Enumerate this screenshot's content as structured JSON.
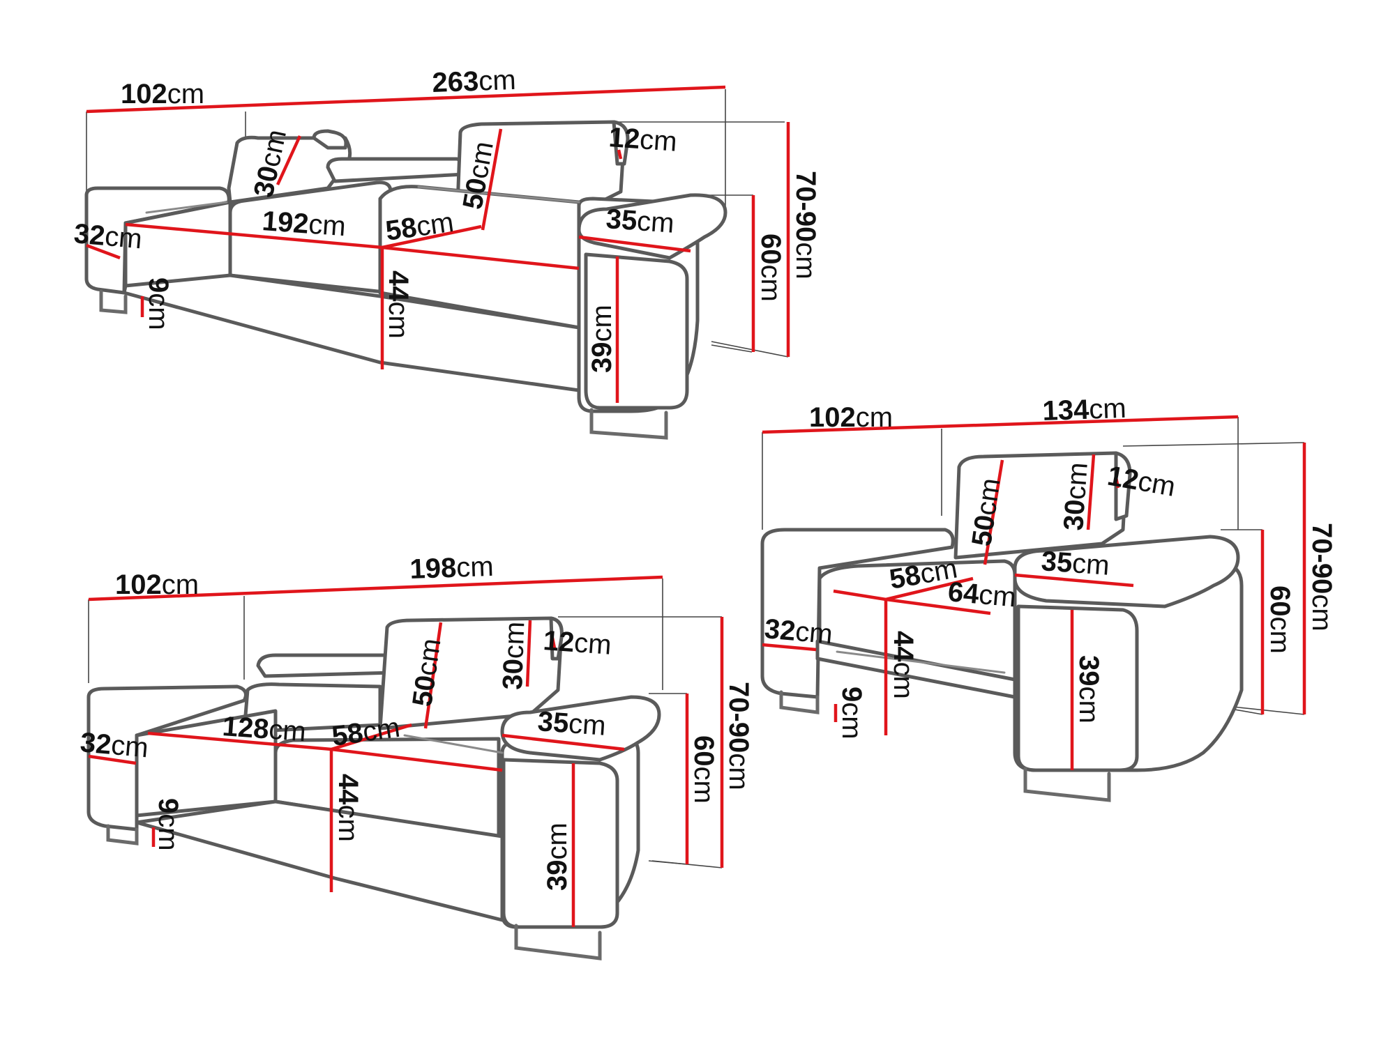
{
  "colors": {
    "dimension_line": "#e0151b",
    "outline": "#5a5a5a",
    "guide": "#444444",
    "text": "#111111",
    "background": "#ffffff"
  },
  "unit": "cm",
  "three_seater": {
    "depth": "102",
    "width": "263",
    "headrest_height": "30",
    "backrest_height": "50",
    "headrest_depth": "12",
    "armrest_height": "32",
    "seat_width": "192",
    "seat_depth": "58",
    "armrest_width": "35",
    "leg_height": "9",
    "seat_height": "44",
    "arm_height": "39",
    "back_height": "60",
    "total_height": "70-90"
  },
  "two_seater": {
    "depth": "102",
    "width": "198",
    "backrest_height": "50",
    "headrest_height": "30",
    "headrest_depth": "12",
    "armrest_height": "32",
    "seat_width": "128",
    "seat_depth": "58",
    "armrest_width": "35",
    "leg_height": "9",
    "seat_height": "44",
    "arm_height": "39",
    "back_height": "60",
    "total_height": "70-90"
  },
  "armchair": {
    "depth": "102",
    "width": "134",
    "backrest_height": "50",
    "headrest_height": "30",
    "headrest_depth": "12",
    "seat_depth": "58",
    "armrest_width": "35",
    "seat_width": "64",
    "armrest_height": "32",
    "seat_height": "44",
    "leg_height": "9",
    "arm_height": "39",
    "back_height": "60",
    "total_height": "70-90"
  }
}
